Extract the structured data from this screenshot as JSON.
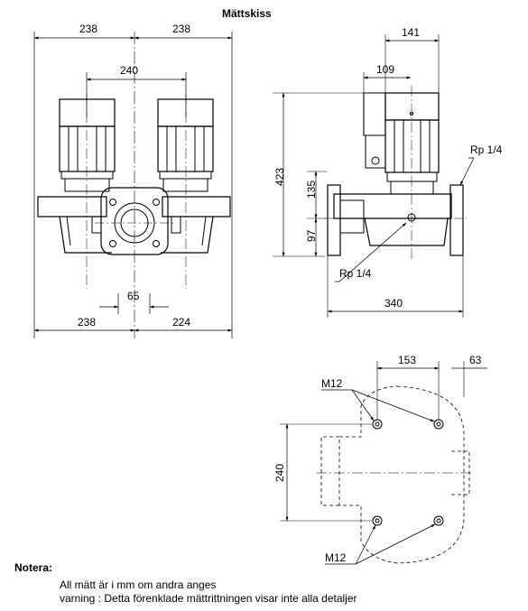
{
  "title": "Mättskiss",
  "front_view": {
    "dim_top_left": "238",
    "dim_top_right": "238",
    "dim_motor_spacing": "240",
    "dim_flange": "65",
    "dim_bottom_left": "238",
    "dim_bottom_right": "224"
  },
  "side_view": {
    "dim_total_height": "423",
    "dim_upper": "135",
    "dim_lower": "97",
    "dim_top_width": "141",
    "dim_motor_offset": "109",
    "dim_length": "340",
    "label_port_right": "Rp 1/4",
    "label_port_bottom": "Rp 1/4"
  },
  "base_view": {
    "dim_hole_spacing_x": "153",
    "dim_edge": "63",
    "dim_hole_spacing_y": "240",
    "label_bolt_top": "M12",
    "label_bolt_bottom": "M12"
  },
  "notes": {
    "heading": "Notera:",
    "line1": "All mätt är i mm om andra anges",
    "line2": "varning : Detta förenklade mättrittningen visar inte alla detaljer"
  }
}
